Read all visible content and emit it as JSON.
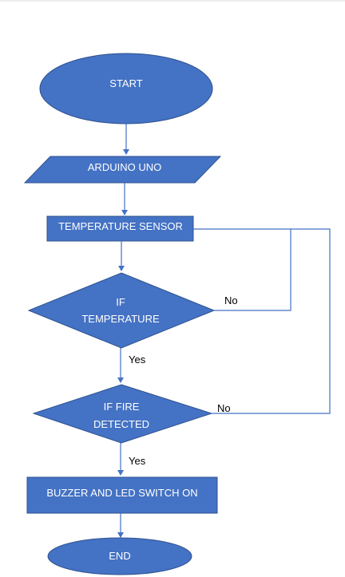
{
  "flowchart": {
    "nodes": {
      "start": {
        "label": "START"
      },
      "arduino": {
        "label": "ARDUINO UNO"
      },
      "sensor": {
        "label": "TEMPERATURE SENSOR"
      },
      "decision_temp": {
        "line1": "IF",
        "line2": "TEMPERATURE"
      },
      "decision_fire": {
        "line1": "IF FIRE",
        "line2": "DETECTED"
      },
      "buzzer": {
        "label": "BUZZER AND LED SWITCH ON"
      },
      "end": {
        "label": "END"
      }
    },
    "edge_labels": {
      "temp_no": "No",
      "temp_yes": "Yes",
      "fire_no": "No",
      "fire_yes": "Yes"
    },
    "colors": {
      "shape_fill": "#4472c4",
      "shape_stroke": "#2f528f",
      "connector": "#4472c4"
    }
  }
}
